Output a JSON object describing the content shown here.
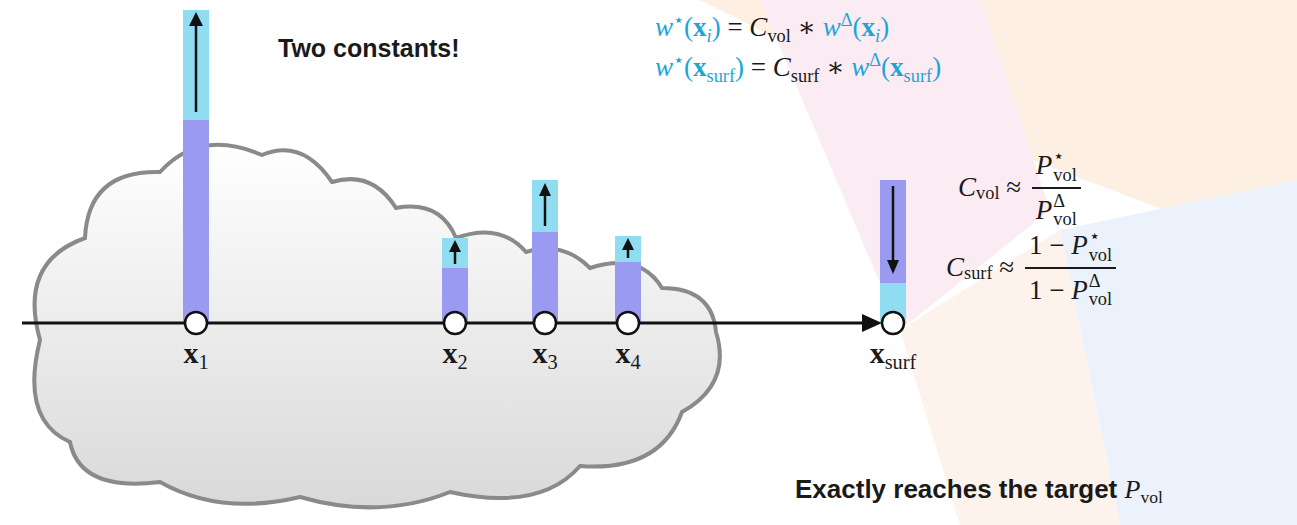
{
  "diagram": {
    "labels": [
      "Two constants!",
      "w",
      "⋆",
      "(",
      "x",
      "i",
      ")",
      " = ",
      "C",
      "vol",
      " ∗ ",
      "w",
      "Δ",
      "(",
      "x",
      "i",
      ")",
      "w",
      "⋆",
      "(",
      "x",
      "surf",
      ")",
      " = ",
      "C",
      "surf",
      " ∗ ",
      "w",
      "Δ",
      "(",
      "x",
      "surf",
      ")",
      "C",
      "vol",
      " ≈ ",
      "P",
      "⋆",
      "vol",
      "P",
      "Δ",
      "vol",
      "C",
      "surf",
      " ≈ ",
      "1 − ",
      "P",
      "⋆",
      "vol",
      "1 − ",
      "P",
      "Δ",
      "vol",
      "x",
      "1",
      "x",
      "2",
      "x",
      "3",
      "x",
      "4",
      "x",
      "surf",
      "Exactly reaches the target ",
      "P",
      "vol"
    ]
  }
}
